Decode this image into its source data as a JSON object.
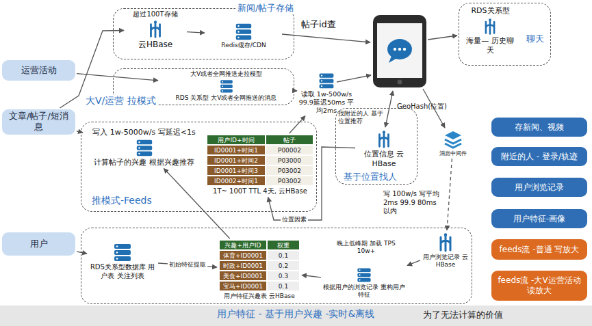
{
  "diagram": {
    "nodes": [
      {
        "text": [
          "新闻/帖子存储"
        ]
      },
      {
        "text": [
          "超过100T存储",
          "云HBase"
        ],
        "in": 0
      },
      {
        "text": [
          "Redis缓存/CDN"
        ],
        "in": 0
      },
      {
        "text": [
          "聊天"
        ]
      },
      {
        "text": [
          "RDS关系型"
        ],
        "in": 3
      },
      {
        "text": [
          "海量— 历史聊天"
        ],
        "in": 3
      },
      {
        "text": [
          "运营活动"
        ]
      },
      {
        "text": [
          "文章/帖子/短消息"
        ]
      },
      {
        "text": [
          "大V/运营 拉模式"
        ]
      },
      {
        "text": [
          "大V或者全网推送走拉模型",
          "RDS 关系型 大V或者全网推送的消息"
        ],
        "in": 8
      },
      {
        "text": [
          "读取 1w-500w/s 99.9延迟50ms 平均2ms"
        ]
      },
      {
        "text": [
          "推模式-Feeds"
        ]
      },
      {
        "text": [
          "写入 1w-5000w/s 写延迟<1s",
          "计算帖子的兴趣 根据兴趣推荐"
        ],
        "in": 11
      },
      {
        "text": [
          "1T~ 100T TTL 4天, 云HBase"
        ],
        "in": 11
      },
      {
        "text": [
          "基于位置找人"
        ]
      },
      {
        "text": [
          "位置信息 云HBase"
        ],
        "in": 14
      },
      {
        "text": [
          "消息中间件"
        ]
      },
      {
        "text": [
          "存新闻、视频"
        ]
      },
      {
        "text": [
          "附近的人 - 登录/轨迹"
        ]
      },
      {
        "text": [
          "用户浏览记录"
        ]
      },
      {
        "text": [
          "用户特征-画像"
        ]
      },
      {
        "text": [
          "feeds流 -普通 写放大"
        ]
      },
      {
        "text": [
          "feeds流 -大V运营活动 读放大"
        ]
      },
      {
        "text": [
          "用户"
        ]
      },
      {
        "text": [
          "用户特征 - 基于用户兴趣 -实时&离线"
        ]
      },
      {
        "text": [
          "RDS关系型数据库 用户表 关注列表"
        ],
        "in": 24
      },
      {
        "text": [
          "用户特征兴趣表 云HBase"
        ],
        "in": 24
      },
      {
        "text": [
          "根据用户的浏览记录 重构用户特征"
        ],
        "in": 24
      },
      {
        "text": [
          "用户浏览记录 云HBase"
        ],
        "in": 24
      }
    ],
    "edges": [
      {
        "from": 1,
        "to": 2,
        "arrow": "to"
      },
      {
        "from": 7,
        "to": 1,
        "arrow": "to"
      },
      {
        "from": 6,
        "to": 9,
        "arrow": "to"
      },
      {
        "from": 7,
        "to": 12,
        "arrow": "to"
      },
      {
        "from": 9,
        "to": 10,
        "arrow": "to"
      },
      {
        "from": 13,
        "to": 10,
        "arrow": "to"
      },
      {
        "from": 16,
        "to": 28,
        "arrow": "to"
      },
      {
        "from": 28,
        "to": 27,
        "label": "晚上低峰期 加载 TPS 10w+",
        "arrow": "to"
      },
      {
        "from": 27,
        "to": 26,
        "arrow": "to"
      },
      {
        "from": 23,
        "to": 25,
        "arrow": "to"
      },
      {
        "from": 25,
        "to": 26,
        "label": "初始特征提取",
        "arrow": "to"
      },
      {
        "from": 26,
        "to": 12,
        "arrow": "to"
      },
      {
        "from": 15,
        "to": 13,
        "label": "位置因素",
        "arrow": "to"
      }
    ],
    "labels": [
      "帖子id查",
      "找附近的人 基于位置推荐",
      "GeoHash(位置)",
      "写 100w/s 写平均2ms 99.9 80ms以内",
      "用户ID+时间",
      "帖子",
      "ID0001+时间1",
      "P00002",
      "ID0001+时间2",
      "P03000",
      "ID0001+时间3",
      "P03002",
      "ID0002+时间1",
      "P03002",
      "兴趣+用户ID",
      "权重",
      "体育+ID0001",
      "0.1",
      "时政+ID0001",
      "0.2",
      "美食+ID0001",
      "0.3",
      "宝马+ID0001",
      "0.1",
      "为了无法计算的价值"
    ]
  }
}
